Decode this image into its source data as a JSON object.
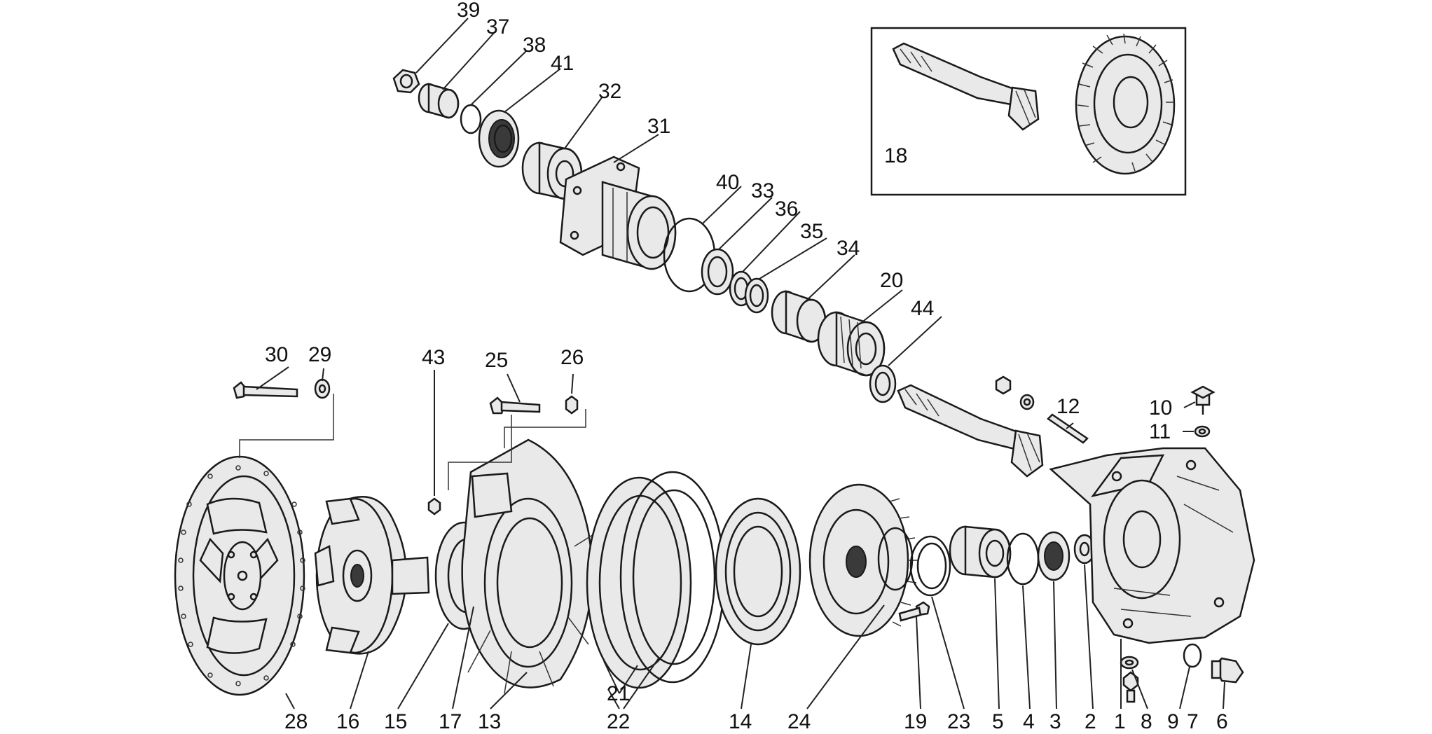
{
  "labels": {
    "l1": "1",
    "l2": "2",
    "l3": "3",
    "l4": "4",
    "l5": "5",
    "l6": "6",
    "l7": "7",
    "l8": "8",
    "l9": "9",
    "l10": "10",
    "l11": "11",
    "l12": "12",
    "l13": "13",
    "l14": "14",
    "l15": "15",
    "l16": "16",
    "l17": "17",
    "l18": "18",
    "l19": "19",
    "l20": "20",
    "l21": "21",
    "l22": "22",
    "l23": "23",
    "l24": "24",
    "l25": "25",
    "l26": "26",
    "l28": "28",
    "l29": "29",
    "l30": "30",
    "l31": "31",
    "l32": "32",
    "l33": "33",
    "l34": "34",
    "l35": "35",
    "l36": "36",
    "l37": "37",
    "l38": "38",
    "l39": "39",
    "l40": "40",
    "l41": "41",
    "l43": "43",
    "l44": "44"
  }
}
